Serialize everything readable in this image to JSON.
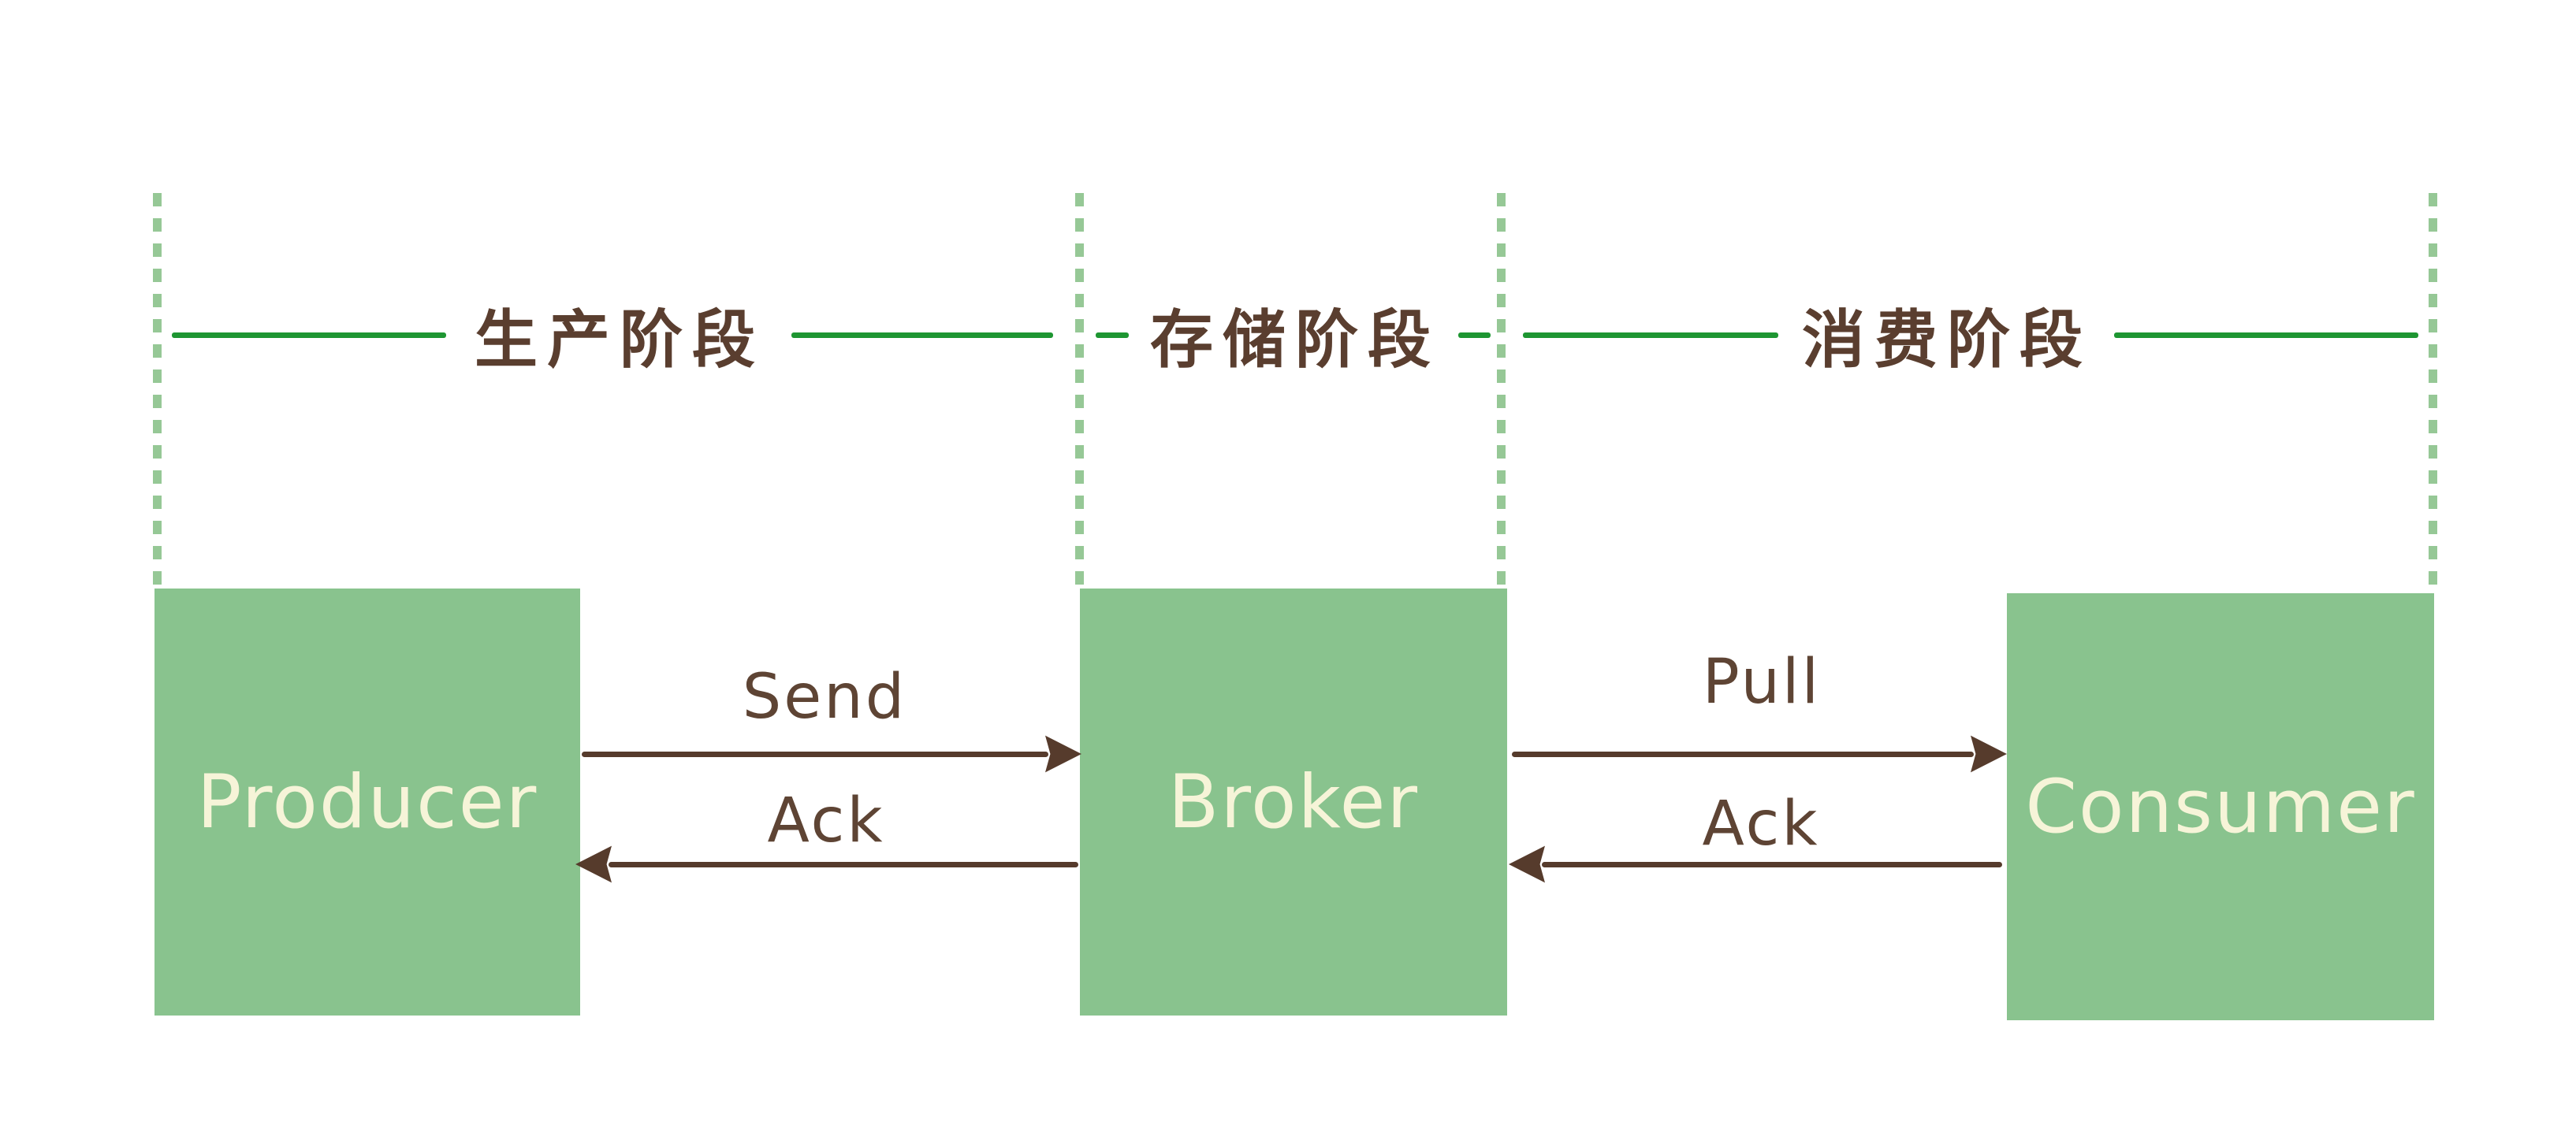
{
  "colors": {
    "box_green": "#89c38e",
    "node_text": "#f6f4d8",
    "phase_line": "#1e9632",
    "phase_dash": "#96c896",
    "phase_text": "#5a3e2f",
    "arrow": "#563b2c",
    "arrow_text": "#5e4434",
    "background": "#ffffff"
  },
  "phases": [
    {
      "label": "生产阶段"
    },
    {
      "label": "存储阶段"
    },
    {
      "label": "消费阶段"
    }
  ],
  "nodes": [
    {
      "label": "Producer"
    },
    {
      "label": "Broker"
    },
    {
      "label": "Consumer"
    }
  ],
  "arrows": [
    {
      "label": "Send",
      "direction": "right"
    },
    {
      "label": "Ack",
      "direction": "left"
    },
    {
      "label": "Pull",
      "direction": "right"
    },
    {
      "label": "Ack",
      "direction": "left"
    }
  ]
}
